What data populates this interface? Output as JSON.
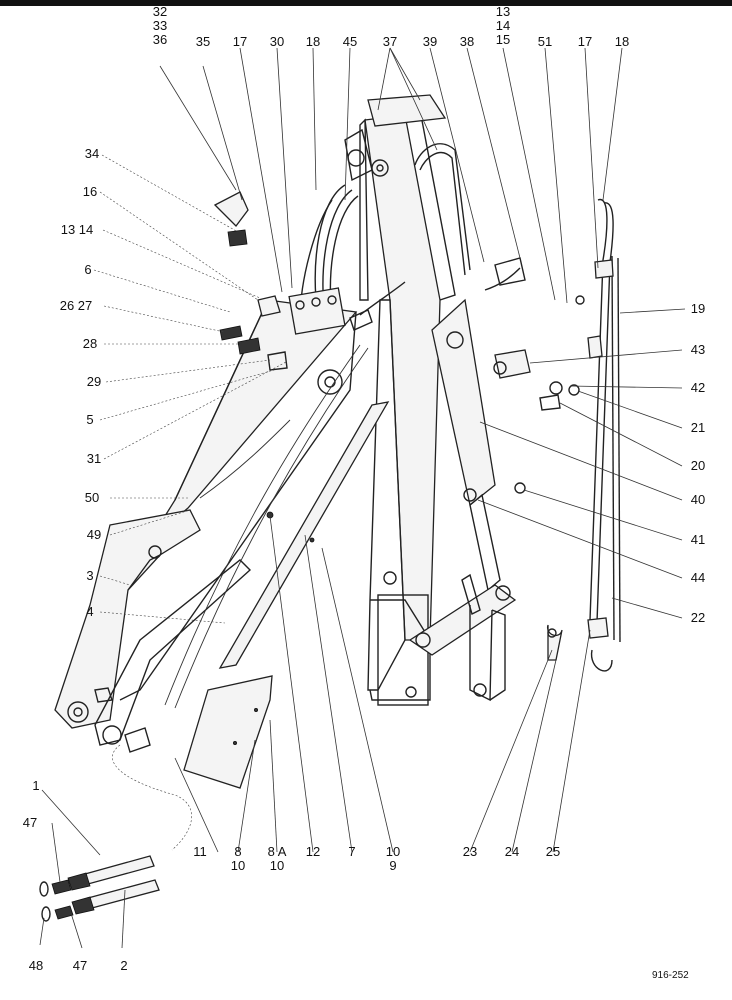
{
  "diagram": {
    "reference_code": "916-252",
    "callouts": [
      {
        "id": "c-32-33-36",
        "lines": [
          "32",
          "33",
          "36"
        ]
      },
      {
        "id": "c-35",
        "lines": [
          "35"
        ]
      },
      {
        "id": "c-17a",
        "lines": [
          "17"
        ]
      },
      {
        "id": "c-30",
        "lines": [
          "30"
        ]
      },
      {
        "id": "c-18a",
        "lines": [
          "18"
        ]
      },
      {
        "id": "c-45",
        "lines": [
          "45"
        ]
      },
      {
        "id": "c-37",
        "lines": [
          "37"
        ]
      },
      {
        "id": "c-39",
        "lines": [
          "39"
        ]
      },
      {
        "id": "c-38",
        "lines": [
          "38"
        ]
      },
      {
        "id": "c-13-14-15",
        "lines": [
          "13",
          "14",
          "15"
        ]
      },
      {
        "id": "c-51",
        "lines": [
          "51"
        ]
      },
      {
        "id": "c-17b",
        "lines": [
          "17"
        ]
      },
      {
        "id": "c-18b",
        "lines": [
          "18"
        ]
      },
      {
        "id": "c-34",
        "lines": [
          "34"
        ]
      },
      {
        "id": "c-16",
        "lines": [
          "16"
        ]
      },
      {
        "id": "c-13-14",
        "lines": [
          "13 14"
        ]
      },
      {
        "id": "c-6",
        "lines": [
          "6"
        ]
      },
      {
        "id": "c-26-27",
        "lines": [
          "26 27"
        ]
      },
      {
        "id": "c-28",
        "lines": [
          "28"
        ]
      },
      {
        "id": "c-29",
        "lines": [
          "29"
        ]
      },
      {
        "id": "c-5",
        "lines": [
          "5"
        ]
      },
      {
        "id": "c-31",
        "lines": [
          "31"
        ]
      },
      {
        "id": "c-50",
        "lines": [
          "50"
        ]
      },
      {
        "id": "c-49",
        "lines": [
          "49"
        ]
      },
      {
        "id": "c-3",
        "lines": [
          "3"
        ]
      },
      {
        "id": "c-4",
        "lines": [
          "4"
        ]
      },
      {
        "id": "c-19",
        "lines": [
          "19"
        ]
      },
      {
        "id": "c-43",
        "lines": [
          "43"
        ]
      },
      {
        "id": "c-42",
        "lines": [
          "42"
        ]
      },
      {
        "id": "c-21",
        "lines": [
          "21"
        ]
      },
      {
        "id": "c-20",
        "lines": [
          "20"
        ]
      },
      {
        "id": "c-40",
        "lines": [
          "40"
        ]
      },
      {
        "id": "c-41",
        "lines": [
          "41"
        ]
      },
      {
        "id": "c-44",
        "lines": [
          "44"
        ]
      },
      {
        "id": "c-22",
        "lines": [
          "22"
        ]
      },
      {
        "id": "c-1",
        "lines": [
          "1"
        ]
      },
      {
        "id": "c-47a",
        "lines": [
          "47"
        ]
      },
      {
        "id": "c-48",
        "lines": [
          "48"
        ]
      },
      {
        "id": "c-47b",
        "lines": [
          "47"
        ]
      },
      {
        "id": "c-2",
        "lines": [
          "2"
        ]
      },
      {
        "id": "c-11",
        "lines": [
          "11"
        ]
      },
      {
        "id": "c-8-10",
        "lines": [
          "8",
          "10"
        ]
      },
      {
        "id": "c-8a-10",
        "lines": [
          "8 A",
          "10"
        ]
      },
      {
        "id": "c-12",
        "lines": [
          "12"
        ]
      },
      {
        "id": "c-7",
        "lines": [
          "7"
        ]
      },
      {
        "id": "c-10-9",
        "lines": [
          "10",
          "9"
        ]
      },
      {
        "id": "c-23",
        "lines": [
          "23"
        ]
      },
      {
        "id": "c-24",
        "lines": [
          "24"
        ]
      },
      {
        "id": "c-25",
        "lines": [
          "25"
        ]
      }
    ]
  }
}
